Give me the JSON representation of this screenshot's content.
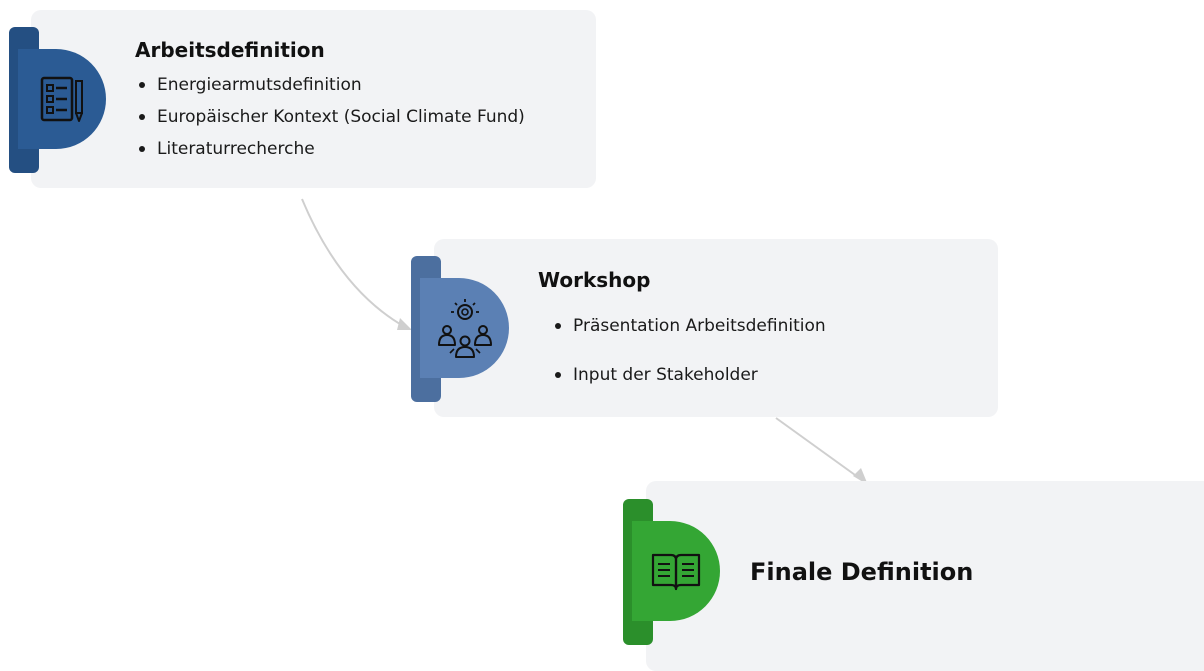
{
  "steps": [
    {
      "title": "Arbeitsdefinition",
      "icon": "checklist-pencil-icon",
      "color": "#2b5b94",
      "bullets": [
        "Energiearmutsdefinition",
        "Europäischer Kontext (Social Climate Fund)",
        "Literaturrecherche"
      ]
    },
    {
      "title": "Workshop",
      "icon": "team-idea-icon",
      "color": "#5b80b4",
      "bullets": [
        "Präsentation Arbeitsdefinition",
        "Input der Stakeholder"
      ]
    },
    {
      "title": "Finale Definition",
      "icon": "open-book-icon",
      "color": "#34a634",
      "bullets": []
    }
  ],
  "colors": {
    "card_background": "#f2f3f5",
    "connector": "#cfcfcf",
    "step1_dark": "#244f82",
    "step2_dark": "#4c6f9f",
    "step3_dark": "#2b8f2b"
  }
}
